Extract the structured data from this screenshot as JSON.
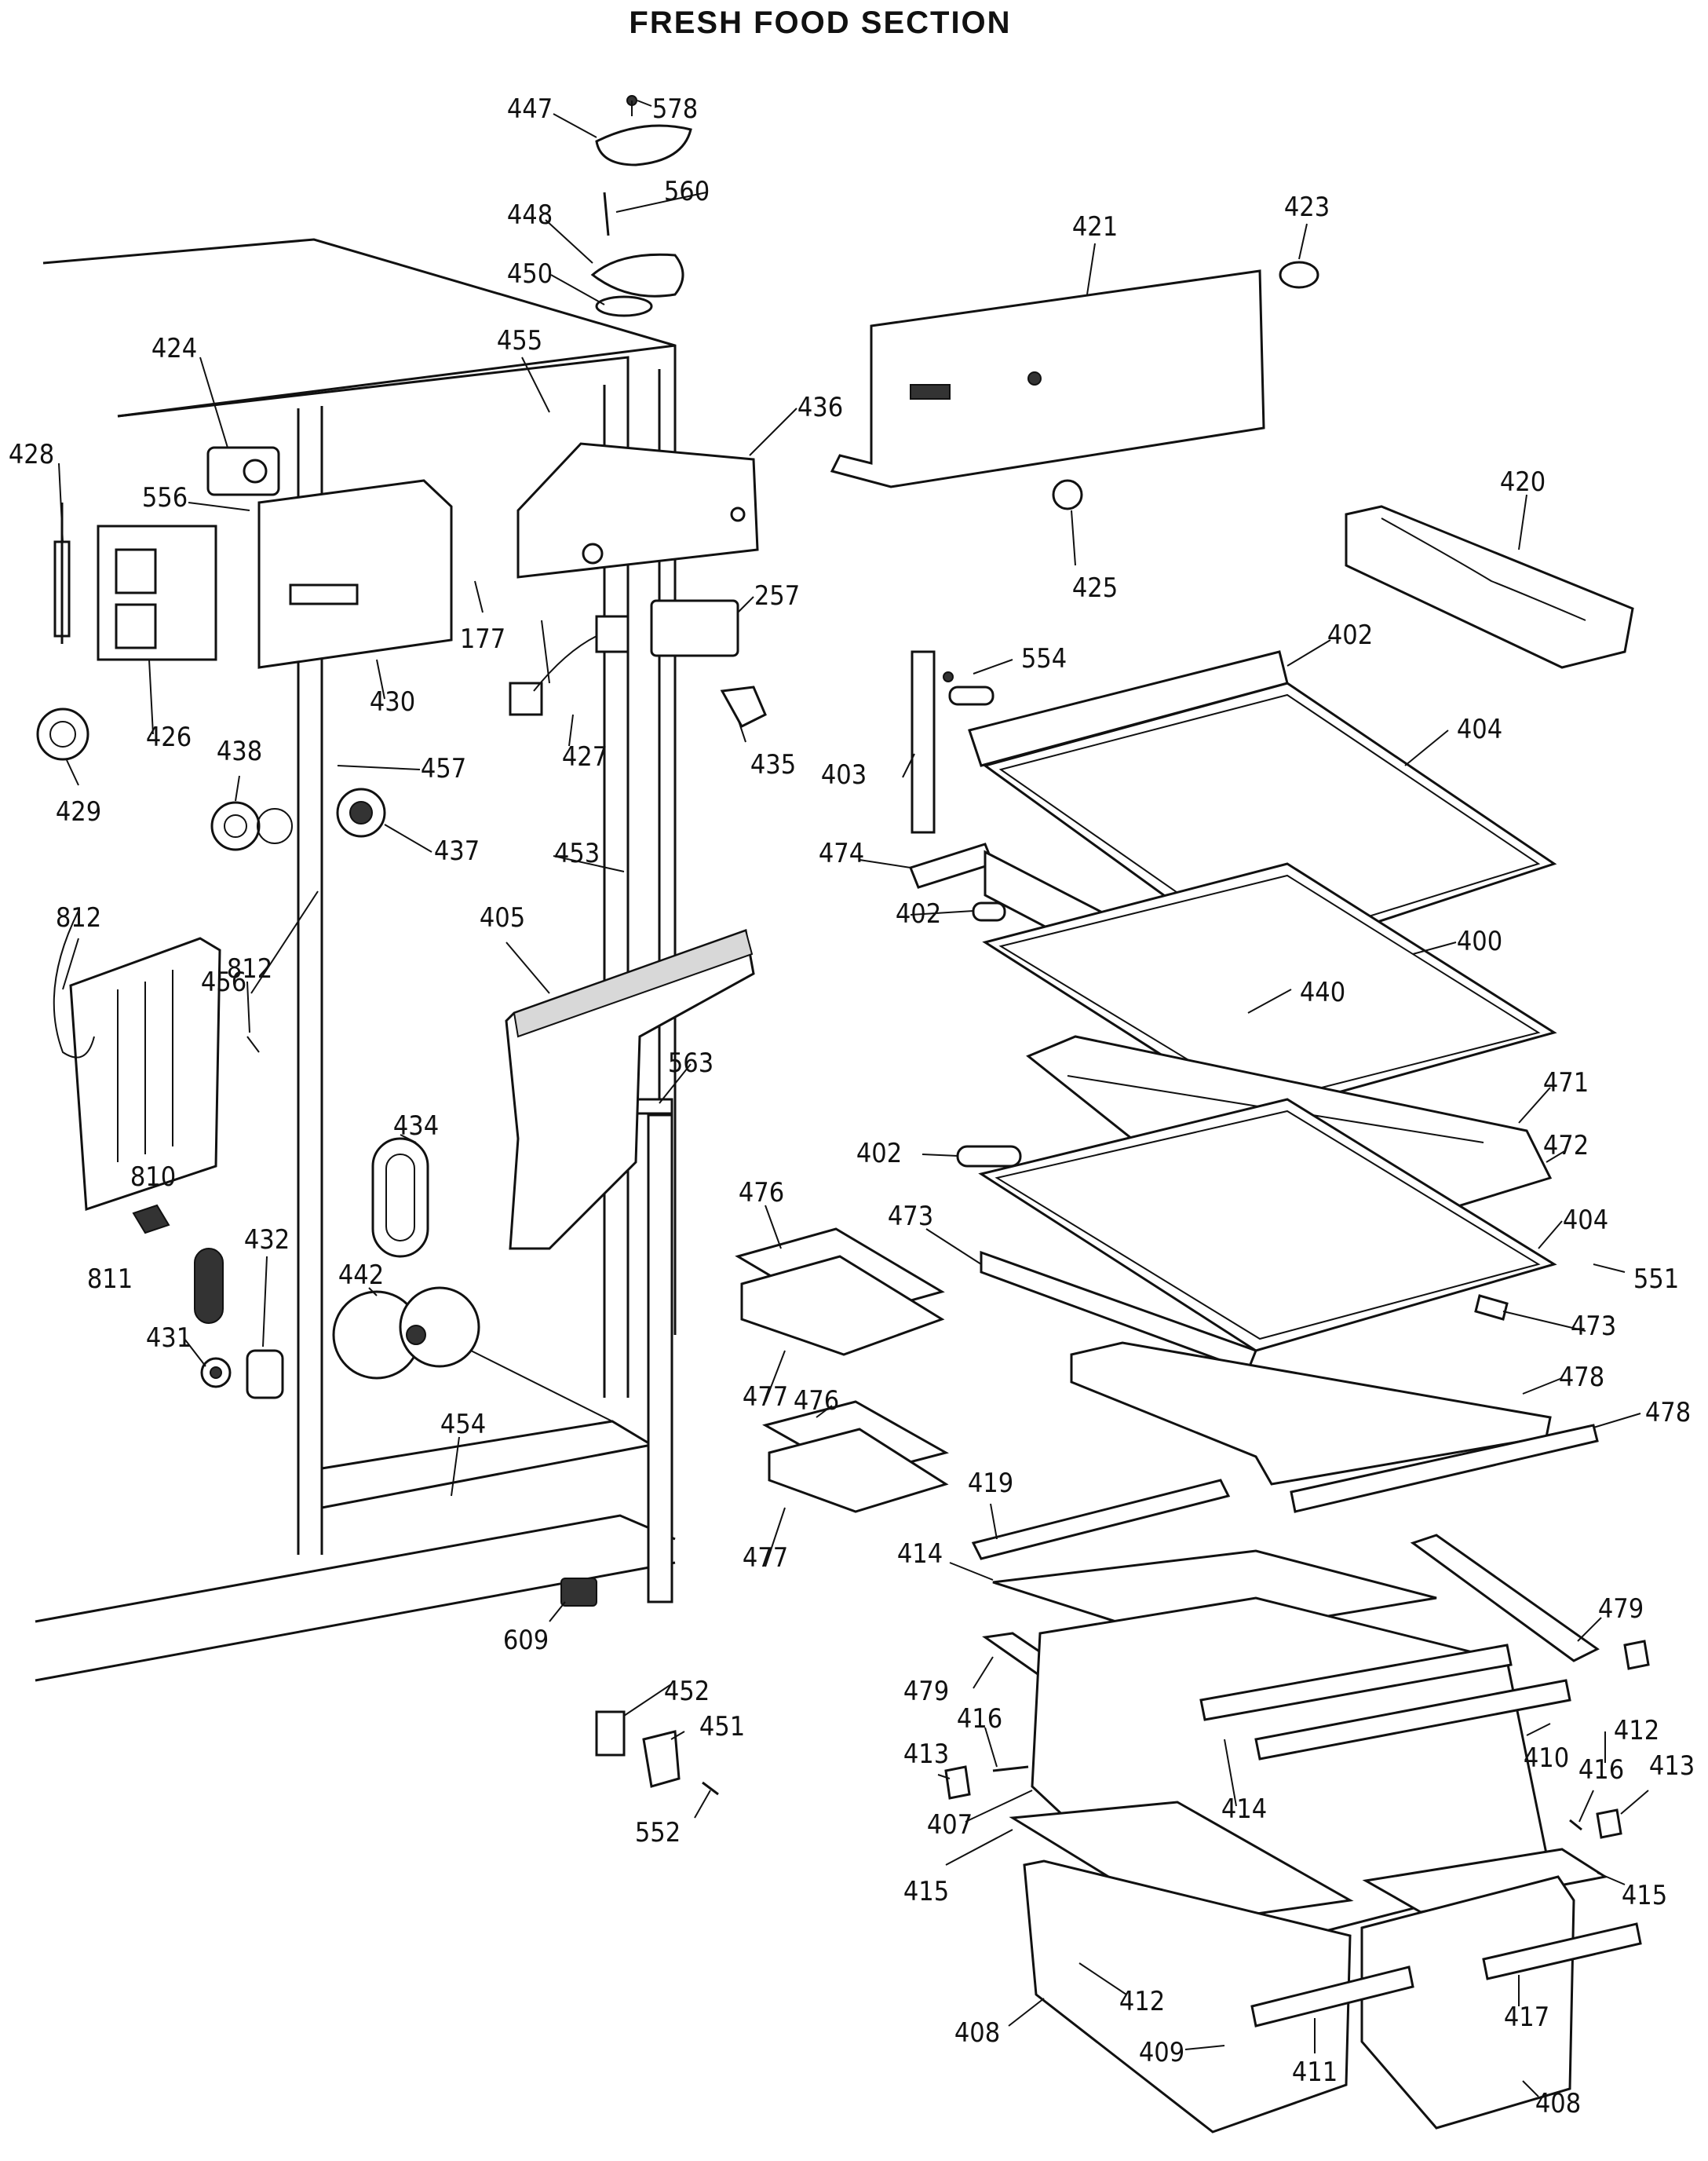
{
  "title": "FRESH FOOD SECTION",
  "part_numbers": [
    "447",
    "578",
    "448",
    "560",
    "450",
    "421",
    "423",
    "424",
    "455",
    "436",
    "428",
    "556",
    "420",
    "426",
    "430",
    "177",
    "257",
    "425",
    "554",
    "402",
    "404",
    "429",
    "438",
    "457",
    "427",
    "435",
    "403",
    "437",
    "453",
    "474",
    "812",
    "456",
    "405",
    "400",
    "440",
    "563",
    "471",
    "472",
    "434",
    "810",
    "473",
    "551",
    "811",
    "476",
    "432",
    "442",
    "431",
    "477",
    "478",
    "454",
    "419",
    "414",
    "609",
    "479",
    "452",
    "451",
    "416",
    "413",
    "412",
    "410",
    "407",
    "415",
    "552",
    "408",
    "409",
    "411",
    "417"
  ]
}
